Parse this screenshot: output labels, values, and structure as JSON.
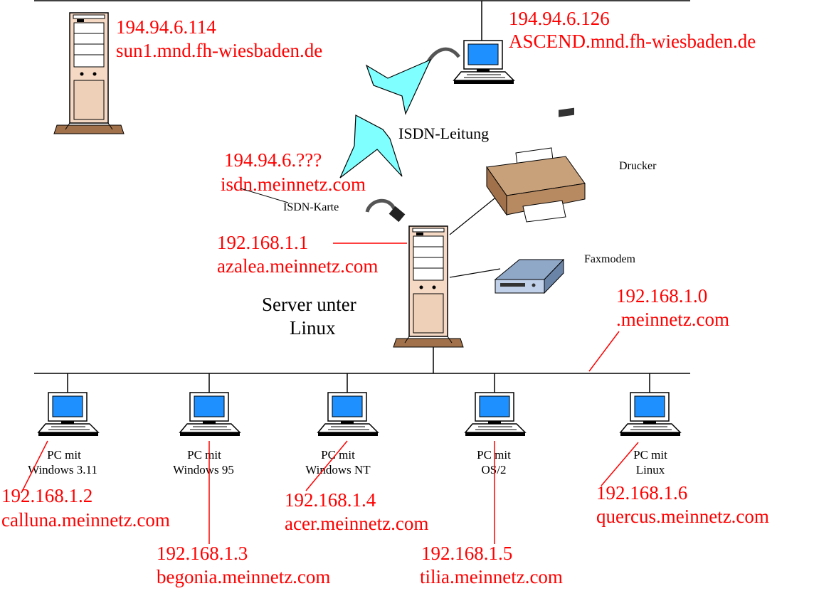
{
  "top_network": {
    "sun1": {
      "ip": "194.94.6.114",
      "host": "sun1.mnd.fh-wiesbaden.de"
    },
    "ascend": {
      "ip": "194.94.6.126",
      "host": "ASCEND.mnd.fh-wiesbaden.de"
    }
  },
  "isdn": {
    "line_label": "ISDN-Leitung",
    "card_label": "ISDN-Karte",
    "ip": "194.94.6.???",
    "host": "isdn.meinnetz.com"
  },
  "server": {
    "ip": "192.168.1.1",
    "host": "azalea.meinnetz.com",
    "caption_line1": "Server unter",
    "caption_line2": "Linux"
  },
  "printer": {
    "label": "Drucker"
  },
  "faxmodem": {
    "label": "Faxmodem"
  },
  "subnet": {
    "ip": "192.168.1.0",
    "domain": ".meinnetz.com"
  },
  "clients": [
    {
      "os_line1": "PC mit",
      "os_line2": "Windows 3.11",
      "ip": "192.168.1.2",
      "host": "calluna.meinnetz.com"
    },
    {
      "os_line1": "PC mit",
      "os_line2": "Windows 95",
      "ip": "192.168.1.3",
      "host": "begonia.meinnetz.com"
    },
    {
      "os_line1": "PC mit",
      "os_line2": "Windows NT",
      "ip": "192.168.1.4",
      "host": "acer.meinnetz.com"
    },
    {
      "os_line1": "PC mit",
      "os_line2": "OS/2",
      "ip": "192.168.1.5",
      "host": "tilia.meinnetz.com"
    },
    {
      "os_line1": "PC mit",
      "os_line2": "Linux",
      "ip": "192.168.1.6",
      "host": "quercus.meinnetz.com"
    }
  ],
  "colors": {
    "label": "#ff0000",
    "line": "#000000",
    "screen": "#1e90ff",
    "case": "#f5d9c4",
    "base": "#a0714a",
    "isdn_arrow": "#7fffff"
  }
}
